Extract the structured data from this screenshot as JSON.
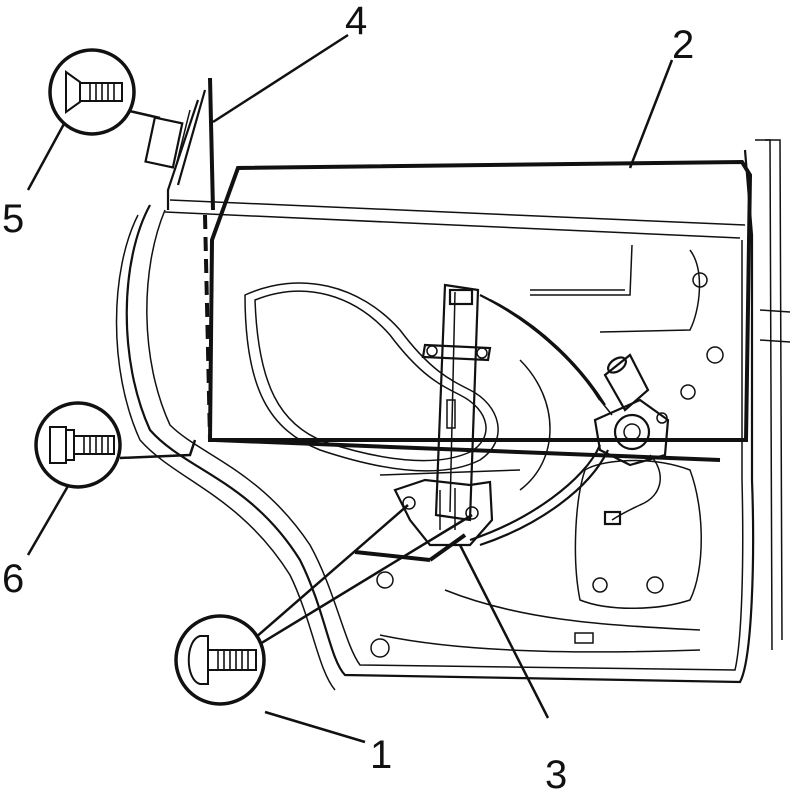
{
  "callouts": [
    {
      "id": "1",
      "label": "1"
    },
    {
      "id": "2",
      "label": "2"
    },
    {
      "id": "3",
      "label": "3"
    },
    {
      "id": "4",
      "label": "4"
    },
    {
      "id": "5",
      "label": "5"
    },
    {
      "id": "6",
      "label": "6"
    }
  ],
  "colors": {
    "line": "#111111",
    "background": "#ffffff"
  },
  "icons": [
    "countersunk-bolt-icon",
    "hex-flange-bolt-icon",
    "round-head-bolt-icon"
  ]
}
